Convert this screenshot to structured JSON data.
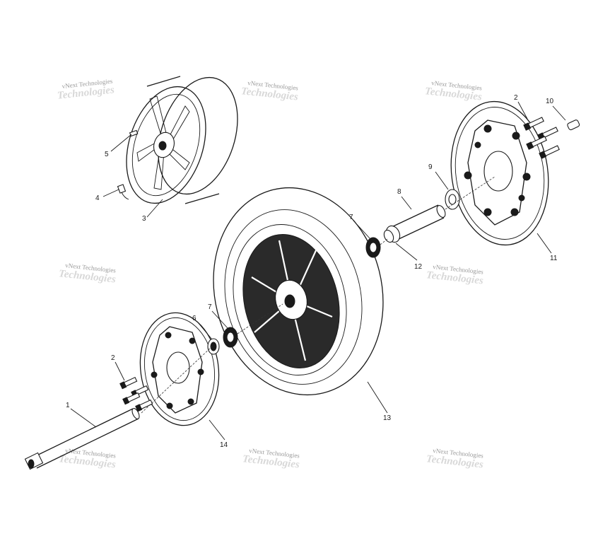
{
  "watermark": {
    "text": "vNext Technologies",
    "ghost": "Technologies"
  },
  "callouts": {
    "c1": "1",
    "c2a": "2",
    "c2b": "2",
    "c3": "3",
    "c4": "4",
    "c5": "5",
    "c6": "6",
    "c7a": "7",
    "c7b": "7",
    "c8": "8",
    "c9": "9",
    "c10": "10",
    "c11": "11",
    "c12": "12",
    "c13": "13",
    "c14": "14"
  }
}
